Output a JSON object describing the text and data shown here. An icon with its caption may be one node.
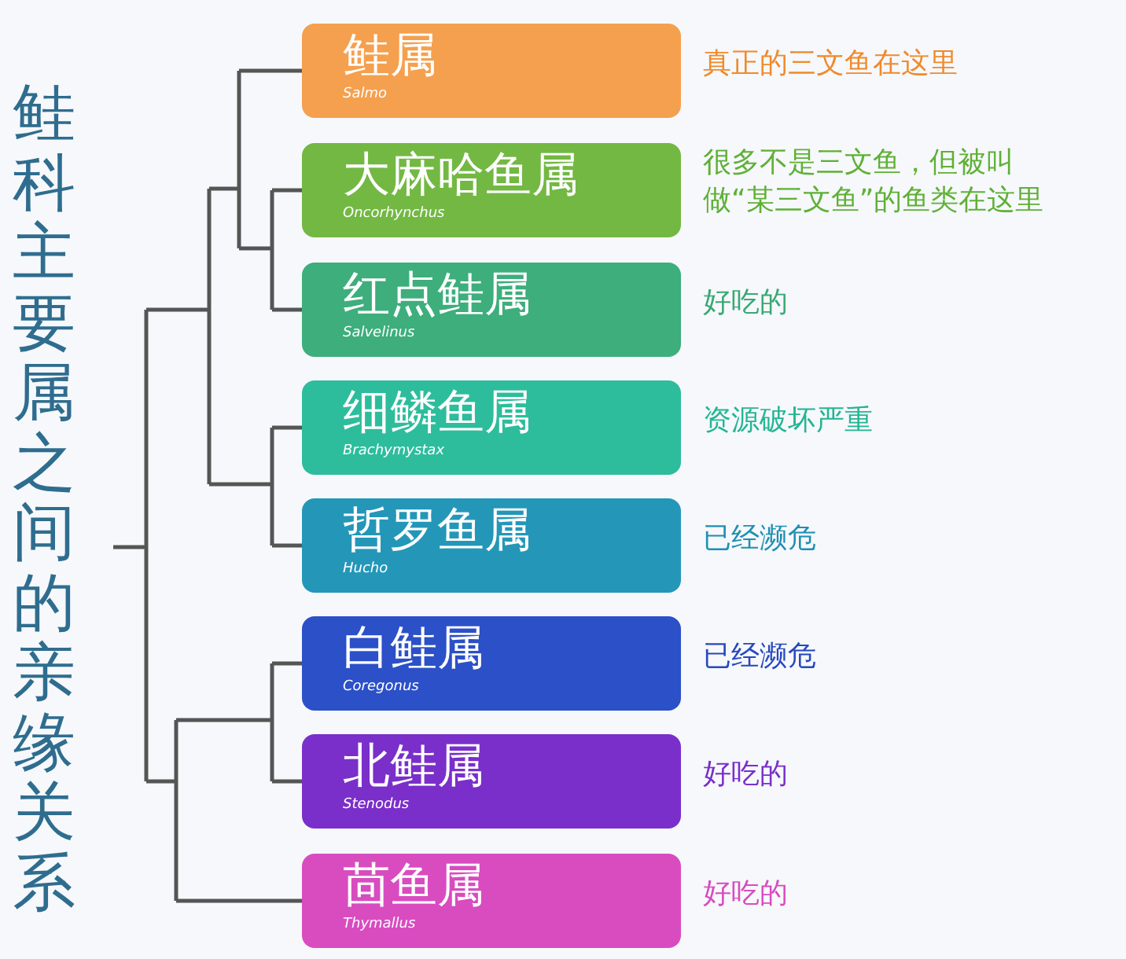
{
  "diagram": {
    "title": "鲑科主要属之间的亲缘关系",
    "nodes": [
      {
        "text": [
          "鲑属",
          "Salmo"
        ],
        "beside": [
          "真正的三文鱼在这里"
        ]
      },
      {
        "text": [
          "大麻哈鱼属",
          "Oncorhynchus"
        ],
        "beside": [
          "很多不是三文鱼，但被叫做“某三文鱼”的鱼类在这里"
        ]
      },
      {
        "text": [
          "红点鲑属",
          "Salvelinus"
        ],
        "beside": [
          "好吃的"
        ]
      },
      {
        "text": [
          "细鳞鱼属",
          "Brachymystax"
        ],
        "beside": [
          "资源破坏严重"
        ]
      },
      {
        "text": [
          "哲罗鱼属",
          "Hucho"
        ],
        "beside": [
          "已经濒危"
        ]
      },
      {
        "text": [
          "白鲑属",
          "Coregonus"
        ],
        "beside": [
          "已经濒危"
        ]
      },
      {
        "text": [
          "北鲑属",
          "Stenodus"
        ],
        "beside": [
          "好吃的"
        ]
      },
      {
        "text": [
          "茴鱼属",
          "Thymallus"
        ],
        "beside": [
          "好吃的"
        ]
      }
    ]
  }
}
